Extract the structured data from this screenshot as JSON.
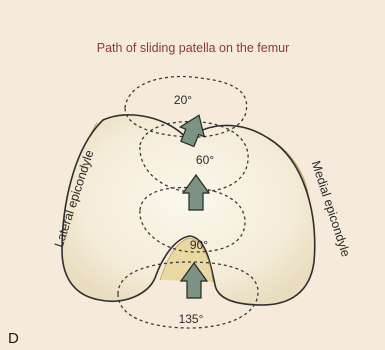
{
  "figure": {
    "title": "Path of sliding patella on the femur",
    "panel_label": "D",
    "lateral_label": "Lateral epicondyle",
    "medial_label": "Medial epicondyle",
    "positions": [
      {
        "angle": "20°"
      },
      {
        "angle": "60°"
      },
      {
        "angle": "90°"
      },
      {
        "angle": "135°"
      }
    ]
  },
  "colors": {
    "background": "#f6ebdb",
    "bone": "#f7f1e0",
    "cartilage": "#e3c98c",
    "arrow": "#7c9384",
    "title": "#8a3a3a"
  }
}
